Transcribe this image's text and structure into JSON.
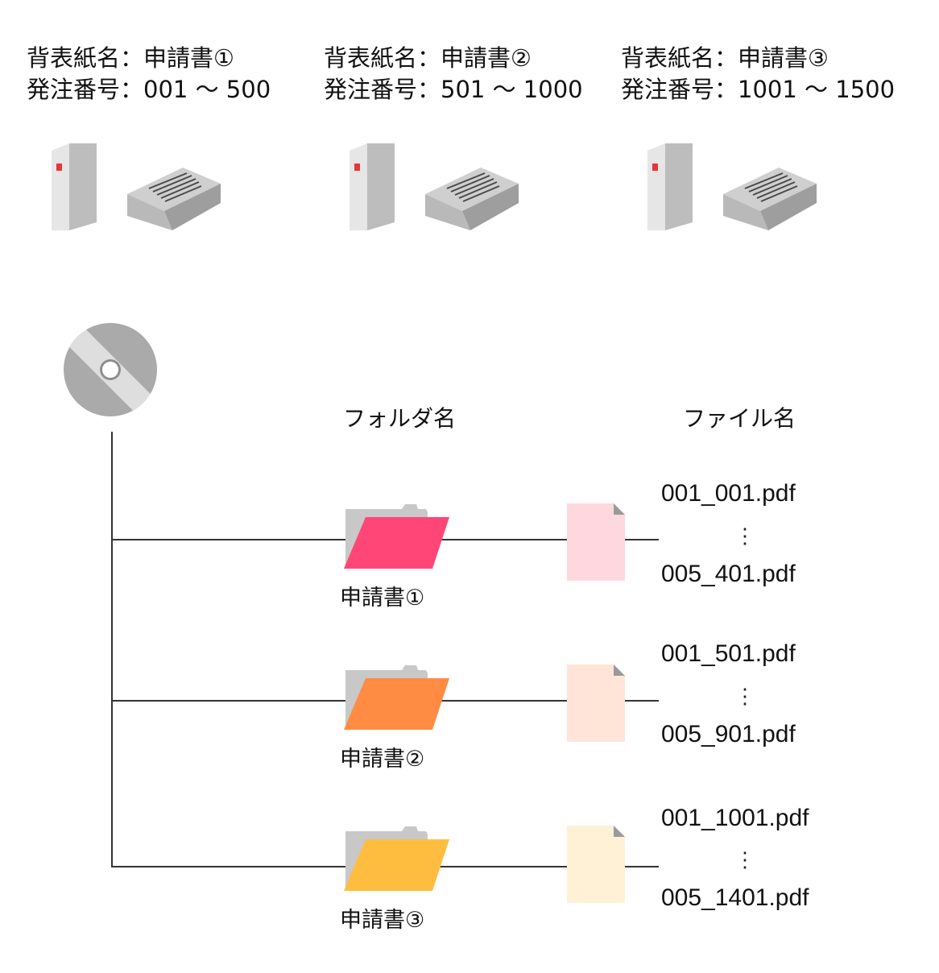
{
  "binders": [
    {
      "spine_label": "背表紙名：申請書①",
      "order_label": "発注番号：001 ～ 500"
    },
    {
      "spine_label": "背表紙名：申請書②",
      "order_label": "発注番号：501 ～ 1000"
    },
    {
      "spine_label": "背表紙名：申請書③",
      "order_label": "発注番号：1001 ～ 1500"
    }
  ],
  "tree": {
    "folder_header": "フォルダ名",
    "file_header": "ファイル名",
    "branches": [
      {
        "folder_name": "申請書①",
        "first_file": "001_001.pdf",
        "last_file": "005_401.pdf",
        "folder_color": "#ff4677",
        "file_color": "#ffd8df"
      },
      {
        "folder_name": "申請書②",
        "first_file": "001_501.pdf",
        "last_file": "005_901.pdf",
        "folder_color": "#ff8c42",
        "file_color": "#ffe4d7"
      },
      {
        "folder_name": "申請書③",
        "first_file": "001_1001.pdf",
        "last_file": "005_1401.pdf",
        "folder_color": "#ffbd3f",
        "file_color": "#fff1d6"
      }
    ],
    "ellipsis": "⋮"
  },
  "colors": {
    "line": "#333333",
    "gray_light": "#c8c8c8",
    "gray_mid": "#b3b3b3",
    "gray_dark": "#9a9a9a",
    "accent_red": "#e8343a"
  },
  "icons": [
    "binder-icon",
    "paper-stack-icon",
    "cd-disc-icon",
    "folder-icon",
    "pdf-file-icon"
  ]
}
